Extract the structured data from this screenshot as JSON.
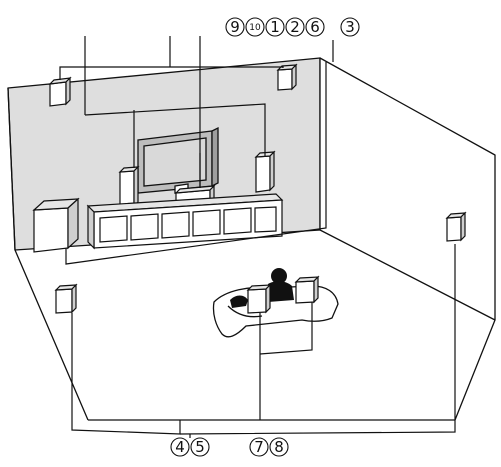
{
  "callouts": {
    "c9": "9",
    "c10": "10",
    "c1": "1",
    "c2": "2",
    "c6": "6",
    "c3": "3",
    "c4": "4",
    "c5": "5",
    "c7": "7",
    "c8": "8"
  },
  "colors": {
    "line": "#111111",
    "back_wall": "#dedede",
    "floor": "#ffffff",
    "speaker_face": "#ffffff",
    "speaker_side": "#cfcfcf"
  }
}
